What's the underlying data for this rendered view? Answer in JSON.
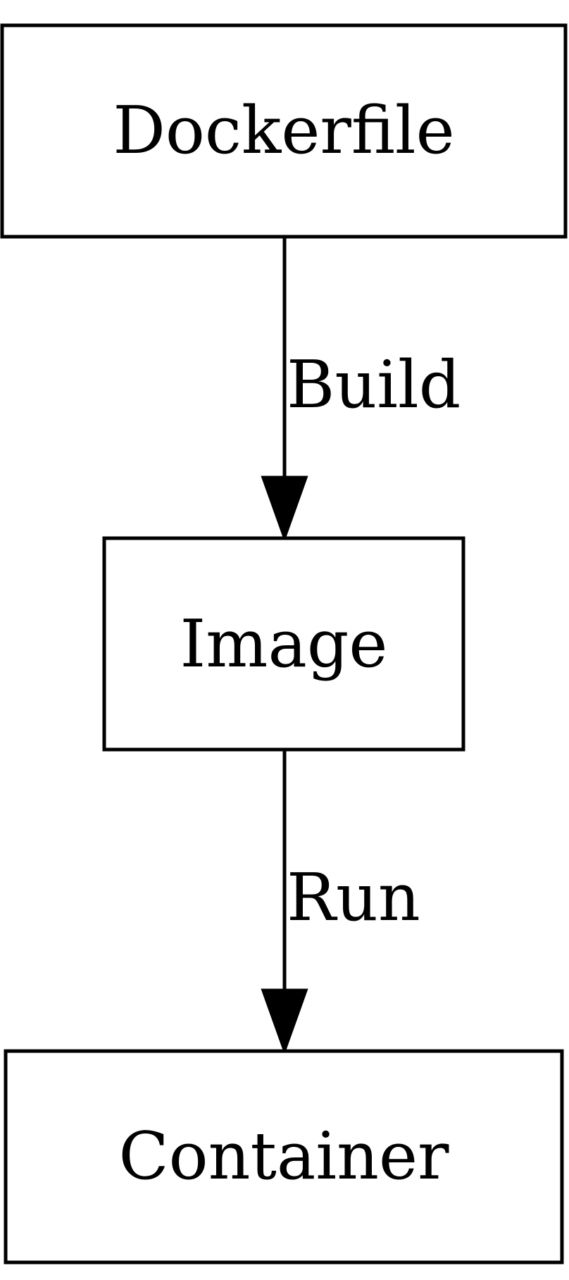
{
  "diagram": {
    "nodes": {
      "dockerfile": "Dockerfile",
      "image": "Image",
      "container": "Container"
    },
    "edges": {
      "build": "Build",
      "run": "Run"
    }
  }
}
